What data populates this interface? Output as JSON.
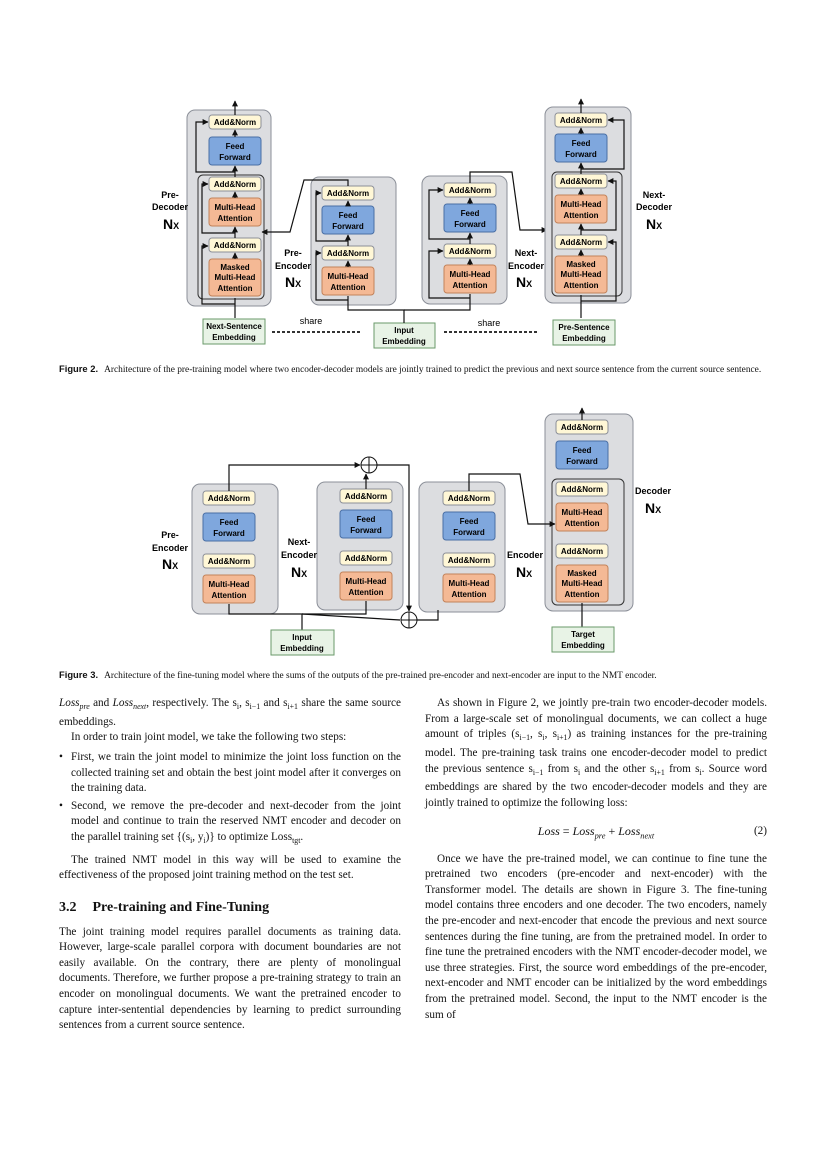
{
  "figure2": {
    "blocks": {
      "add_norm": "Add&Norm",
      "feed": "Feed",
      "forward": "Forward",
      "multi_head": "Multi-Head",
      "attention": "Attention",
      "masked": "Masked"
    },
    "labels": {
      "pre": "Pre-",
      "decoder": "Decoder",
      "encoder": "Encoder",
      "next": "Next-",
      "nx": "N",
      "nx_sub": "X",
      "share": "share"
    },
    "embeddings": {
      "next_sentence_1": "Next-Sentence",
      "next_sentence_2": "Embedding",
      "input_1": "Input",
      "input_2": "Embedding",
      "pre_sentence_1": "Pre-Sentence",
      "pre_sentence_2": "Embedding"
    },
    "caption_label": "Figure 2.",
    "caption_text": "Architecture of the pre-training model where two encoder-decoder models are jointly trained to predict the previous and next source sentence from the current source sentence."
  },
  "figure3": {
    "labels": {
      "target_1": "Target",
      "target_2": "Embedding"
    },
    "caption_label": "Figure 3.",
    "caption_text": "Architecture of the fine-tuning model where the sums of the outputs of the pre-trained pre-encoder and next-encoder are input to the NMT encoder."
  },
  "colors": {
    "add_norm": "#fff7d6",
    "feed_forward": "#7fa7dd",
    "attention": "#f4b995",
    "embedding": "#e8f3e6",
    "panel": "#dcdde0"
  },
  "left_column": {
    "p1_a": "Loss",
    "p1_a_sub": "pre",
    "p1_b": " and ",
    "p1_c": "Loss",
    "p1_c_sub": "next",
    "p1_d": ", respectively. The s",
    "p1_d_sub": "i",
    "p1_e": ", s",
    "p1_e_sub": "i−1",
    "p1_f": " and s",
    "p1_f_sub": "i+1",
    "p1_g": " share the same source embeddings.",
    "p2": "In order to train joint model, we take the following two steps:",
    "bullet1": "First, we train the joint model to minimize the joint loss function on the collected training set and obtain the best joint model after it converges on the training data.",
    "bullet2_a": "Second, we remove the pre-decoder and next-decoder from the joint model and continue to train the reserved NMT encoder and decoder on the parallel training set {(s",
    "bullet2_a_sub": "i",
    "bullet2_b": ", y",
    "bullet2_b_sub": "i",
    "bullet2_c": ")} to optimize Loss",
    "bullet2_c_sub": "tgt",
    "bullet2_d": ".",
    "p3": "The trained NMT model in this way will be used to examine the effectiveness of the proposed joint training method on the test set.",
    "section_num": "3.2",
    "section_title": "Pre-training and Fine-Tuning",
    "p4": "The joint training model requires parallel documents as training data. However, large-scale parallel corpora with document boundaries are not easily available. On the contrary, there are plenty of monolingual documents. Therefore, we further propose a pre-training strategy to train an encoder on monolingual documents. We want the pretrained encoder to capture inter-sentential dependencies by learning to predict surrounding sentences from a current source sentence."
  },
  "right_column": {
    "p1_a": "As shown in Figure 2, we jointly pre-train two encoder-decoder models. From a large-scale set of monolingual documents, we can collect a huge amount of triples (s",
    "p1_a_sub": "i−1",
    "p1_b": ", s",
    "p1_b_sub": "i",
    "p1_c": ", s",
    "p1_c_sub": "i+1",
    "p1_d": ") as training instances for the pre-training model. The pre-training task trains one encoder-decoder model to predict the previous sentence s",
    "p1_d_sub": "i−1",
    "p1_e": " from s",
    "p1_e_sub": "i",
    "p1_f": " and the other s",
    "p1_f_sub": "i+1",
    "p1_g": " from s",
    "p1_g_sub": "i",
    "p1_h": ". Source word embeddings are shared by the two encoder-decoder models and they are jointly trained to optimize the following loss:",
    "eq_loss": "Loss",
    "eq_eq": " = ",
    "eq_pre": "Loss",
    "eq_pre_sub": "pre",
    "eq_plus": " + ",
    "eq_next": "Loss",
    "eq_next_sub": "next",
    "eq_number": "(2)",
    "p2": "Once we have the pre-trained model, we can continue to fine tune the pretrained two encoders (pre-encoder and next-encoder) with the Transformer model. The details are shown in Figure 3. The fine-tuning model contains three encoders and one decoder. The two encoders, namely the pre-encoder and next-encoder that encode the previous and next source sentences during the fine tuning, are from the pretrained model. In order to fine tune the pretrained encoders with the NMT encoder-decoder model, we use three strategies. First, the source word embeddings of the pre-encoder, next-encoder and NMT encoder can be initialized by the word embeddings from the pretrained model. Second, the input to the NMT encoder is the sum of"
  }
}
